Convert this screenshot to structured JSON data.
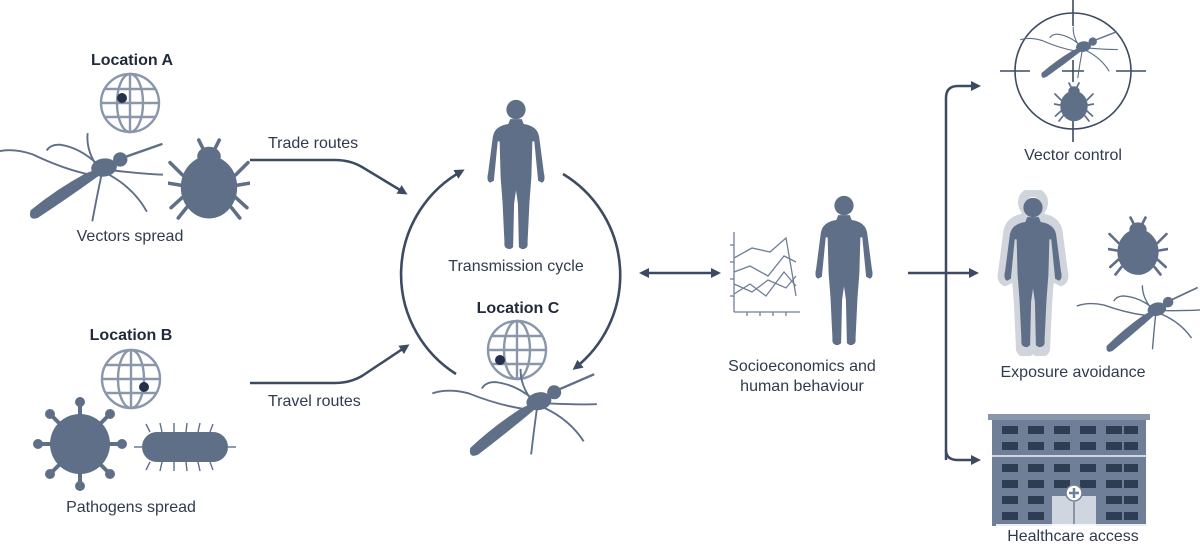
{
  "labels": {
    "location_a": "Location A",
    "location_b": "Location B",
    "location_c": "Location C",
    "vectors_spread": "Vectors spread",
    "pathogens_spread": "Pathogens spread",
    "trade_routes": "Trade routes",
    "travel_routes": "Travel routes",
    "transmission_cycle": "Transmission cycle",
    "socioeconomics_line1": "Socioeconomics and",
    "socioeconomics_line2": "human behaviour",
    "vector_control": "Vector control",
    "exposure_avoidance": "Exposure avoidance",
    "healthcare_access": "Healthcare access"
  },
  "colors": {
    "figure": "#5f6f88",
    "arrow": "#3d4b61",
    "globe": "#8a97ab",
    "building": "#6f7f97",
    "building_windows": "#2f3d52"
  }
}
